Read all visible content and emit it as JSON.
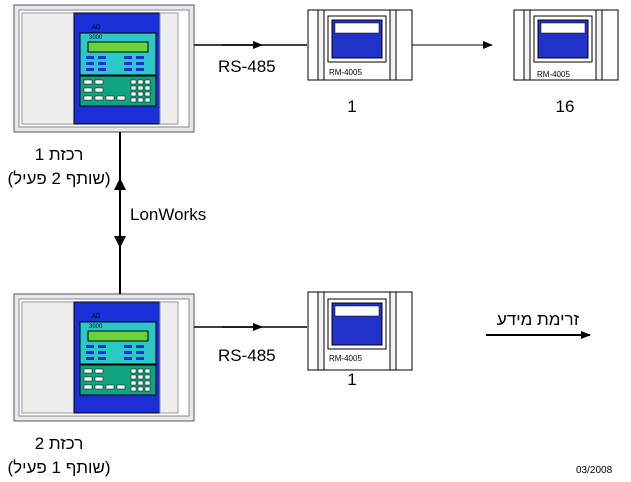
{
  "panels": [
    {
      "name": "רכזת 1",
      "role": "(שותף 2 פעיל)",
      "model_text": "AD",
      "model_number": "3000"
    },
    {
      "name": "רכזת 2",
      "role": "(שותף 1 פעיל)",
      "model_text": "AD",
      "model_number": "3000"
    }
  ],
  "links": {
    "top_bus": "RS-485",
    "bottom_bus": "RS-485",
    "network": "LonWorks"
  },
  "remotes": [
    {
      "model": "RM-4005",
      "index": "1"
    },
    {
      "model": "RM-4005",
      "index": "16"
    },
    {
      "model": "RM-4005",
      "index": "1"
    }
  ],
  "legend": {
    "label": "זרימת מידע"
  },
  "date": "03/2008",
  "colors": {
    "panel_blue": "#1a2fd6",
    "display_green": "#0fa37f",
    "lcd_green": "#6bd43a",
    "screen_blue": "#2233cc",
    "frame_gray": "#e8e8f0"
  }
}
